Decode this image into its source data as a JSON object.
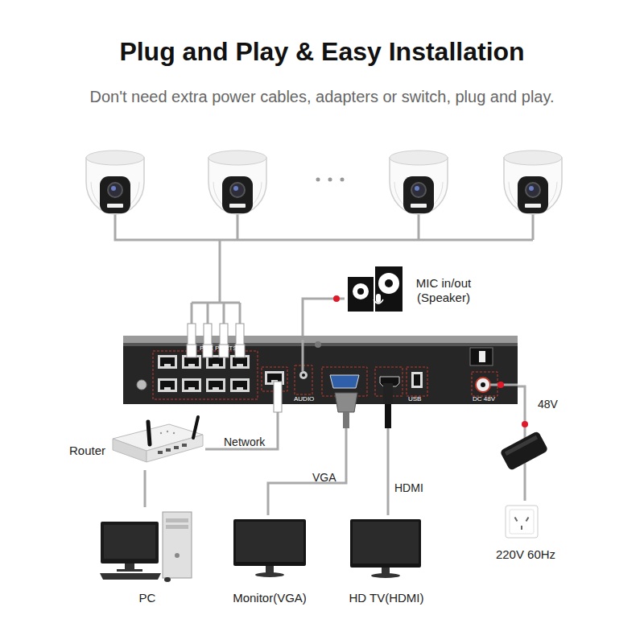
{
  "diagram": {
    "title": "Plug and Play & Easy Installation",
    "nodes": [
      {
        "text": [
          "MIC in/out (Speaker)"
        ]
      },
      {
        "text": [
          "POE PORTS",
          "AUDIO",
          "USB",
          "DC 48V"
        ]
      },
      {
        "text": [
          "48V"
        ]
      },
      {
        "text": [
          "Router"
        ]
      },
      {
        "text": [
          "PC"
        ]
      },
      {
        "text": [
          "Monitor(VGA)"
        ]
      },
      {
        "text": [
          "HD TV(HDMI)"
        ]
      },
      {
        "text": [
          "220V 60Hz"
        ]
      }
    ],
    "edges": [
      {
        "from": 0,
        "to": 1,
        "arrow": "none"
      },
      {
        "from": 3,
        "to": 1,
        "label": "Network",
        "arrow": "none"
      },
      {
        "from": 1,
        "to": 5,
        "label": "VGA",
        "arrow": "none"
      },
      {
        "from": 1,
        "to": 6,
        "label": "HDMI",
        "arrow": "none"
      },
      {
        "from": 3,
        "to": 4,
        "arrow": "none"
      },
      {
        "from": 2,
        "to": 1,
        "arrow": "none"
      },
      {
        "from": 7,
        "to": 2,
        "arrow": "none"
      }
    ],
    "labels": [
      "Don't need extra power cables, adapters or switch, plug and play."
    ]
  }
}
